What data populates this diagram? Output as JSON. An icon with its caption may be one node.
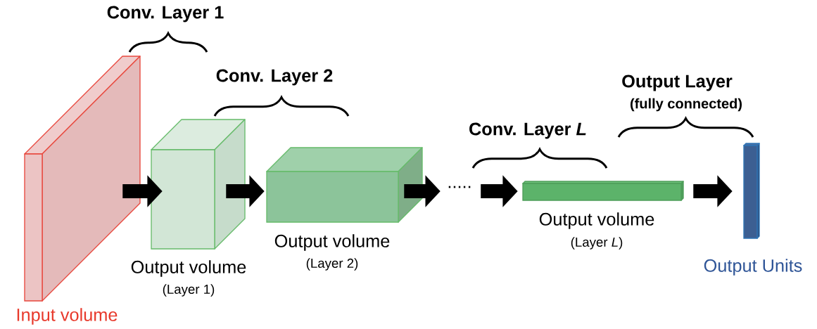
{
  "diagram": {
    "nodes": [
      {
        "text": [
          "Input volume"
        ]
      },
      {
        "text": [
          "Output volume",
          "(Layer 1)"
        ]
      },
      {
        "text": [
          "Output volume",
          "(Layer 2)"
        ]
      },
      {
        "text": [
          "....."
        ]
      },
      {
        "text": [
          "Output volume",
          "(Layer *L*)"
        ]
      },
      {
        "text": [
          "Output Units"
        ]
      }
    ],
    "edges": [
      {
        "from": 0,
        "to": 1,
        "arrow": "to"
      },
      {
        "from": 1,
        "to": 2,
        "arrow": "to"
      },
      {
        "from": 2,
        "to": 3,
        "arrow": "to"
      },
      {
        "from": 3,
        "to": 4,
        "arrow": "to"
      },
      {
        "from": 4,
        "to": 5,
        "arrow": "to"
      }
    ],
    "labels": [
      "Conv. Layer 1",
      "Conv. Layer 2",
      "Conv. Layer *L*",
      "Output Layer",
      "(fully connected)"
    ]
  }
}
